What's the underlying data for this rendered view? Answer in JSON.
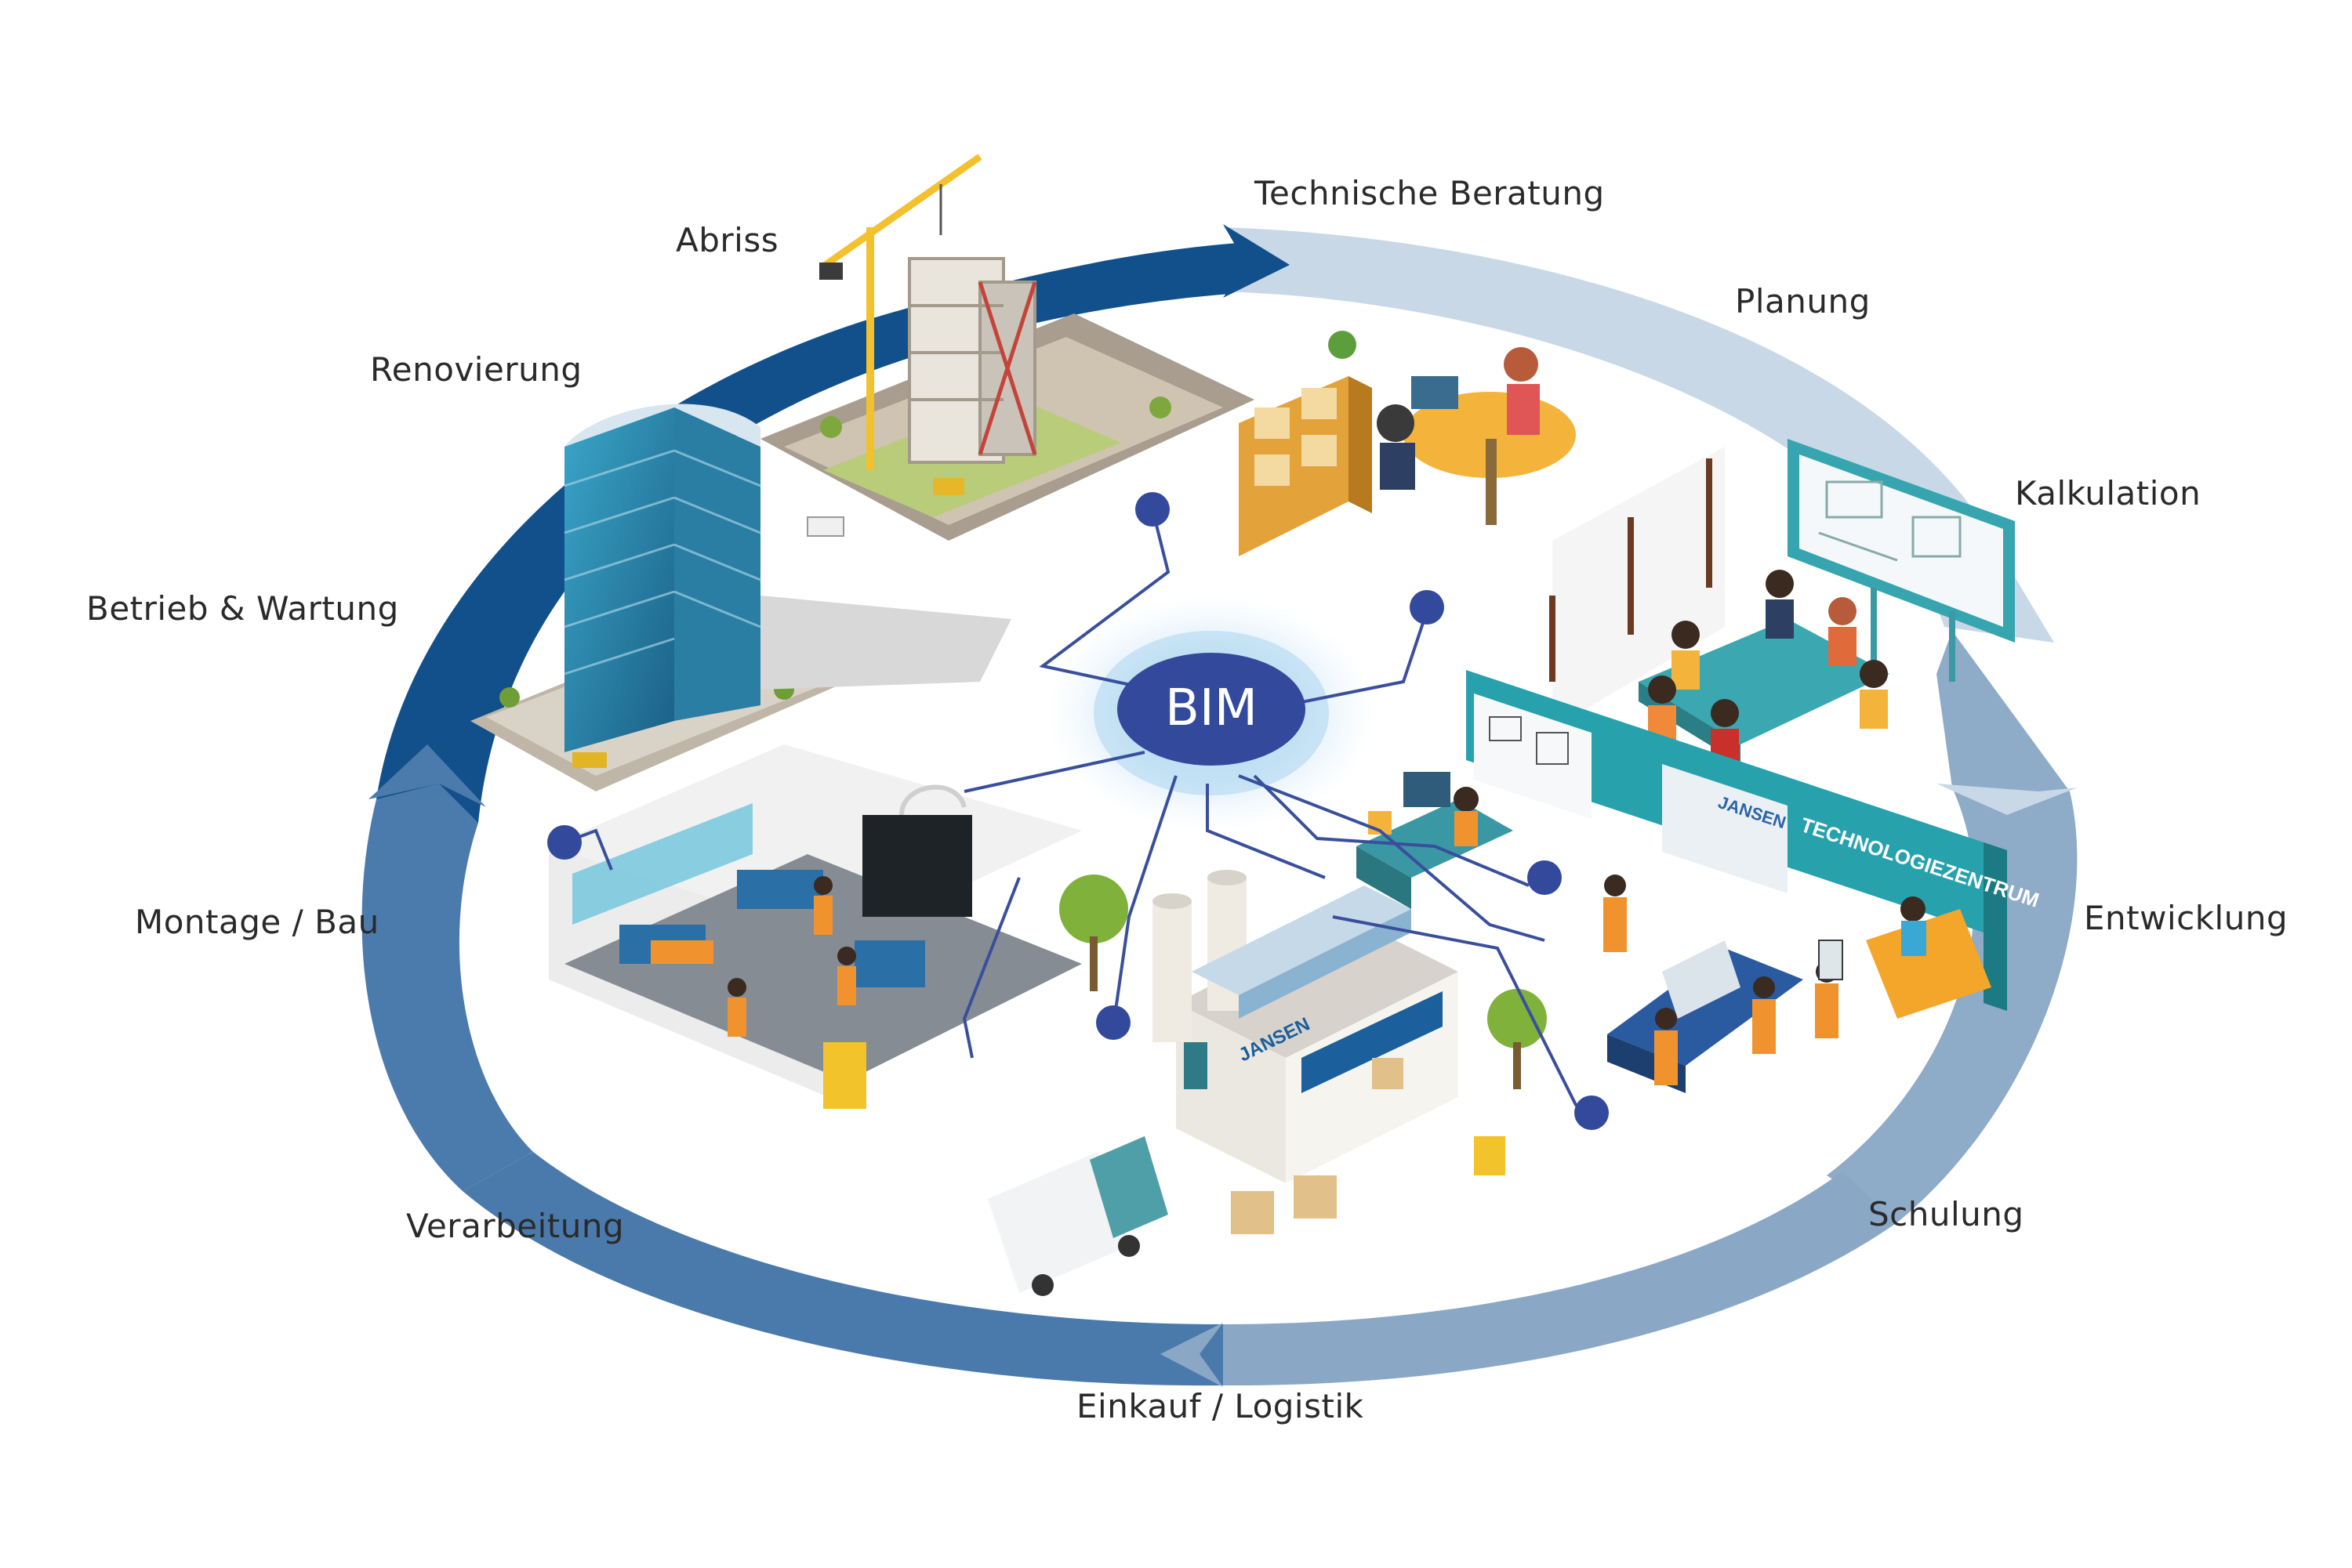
{
  "center": {
    "label": "BIM"
  },
  "phases": [
    {
      "id": "technische-beratung",
      "label": "Technische Beratung"
    },
    {
      "id": "planung",
      "label": "Planung"
    },
    {
      "id": "kalkulation",
      "label": "Kalkulation"
    },
    {
      "id": "entwicklung",
      "label": "Entwicklung"
    },
    {
      "id": "schulung",
      "label": "Schulung"
    },
    {
      "id": "einkauf-logistik",
      "label": "Einkauf / Logistik"
    },
    {
      "id": "verarbeitung",
      "label": "Verarbeitung"
    },
    {
      "id": "montage-bau",
      "label": "Montage / Bau"
    },
    {
      "id": "betrieb-wartung",
      "label": "Betrieb & Wartung"
    },
    {
      "id": "renovierung",
      "label": "Renovierung"
    },
    {
      "id": "abriss",
      "label": "Abriss"
    }
  ],
  "signs": {
    "factory_brand": "JANSEN",
    "tech_center": "TECHNOLOGIEZENTRUM",
    "poster_brand": "JANSEN"
  },
  "colors": {
    "ring_dark": "#12508c",
    "ring_mid": "#4f7fae",
    "ring_light": "#c5d6e6",
    "ring_pale": "#d9e4ee",
    "bim_fill": "#334a9c",
    "network_line": "#3a4f9c",
    "glow": "#cfe6f6"
  }
}
